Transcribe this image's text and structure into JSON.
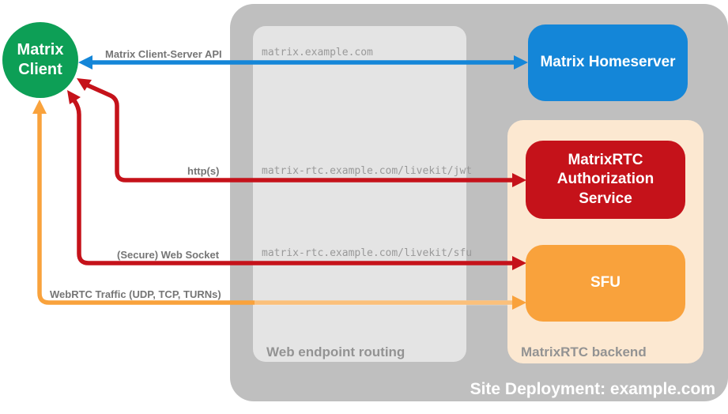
{
  "colors": {
    "green": "#0D9F56",
    "blue": "#1486D8",
    "red": "#C5121A",
    "orange": "#F9A23C",
    "peach": "#FCE8D1",
    "container_gray": "#BFBFBF",
    "routing_gray": "#E4E4E4"
  },
  "client": {
    "label": "Matrix Client"
  },
  "containers": {
    "site": {
      "label": "Site Deployment: example.com"
    },
    "routing": {
      "label": "Web endpoint routing",
      "routes": [
        {
          "url": "matrix.example.com"
        },
        {
          "url": "matrix-rtc.example.com/livekit/jwt"
        },
        {
          "url": "matrix-rtc.example.com/livekit/sfu"
        }
      ]
    },
    "backend": {
      "label": "MatrixRTC backend"
    }
  },
  "nodes": {
    "homeserver": {
      "label": "Matrix Homeserver"
    },
    "auth": {
      "label": "MatrixRTC Authorization Service"
    },
    "sfu": {
      "label": "SFU"
    }
  },
  "edges": {
    "cs_api": {
      "label": "Matrix Client-Server API"
    },
    "http": {
      "label": "http(s)"
    },
    "websocket": {
      "label": "(Secure) Web Socket"
    },
    "webrtc": {
      "label": "WebRTC Traffic (UDP, TCP, TURNs)"
    }
  }
}
